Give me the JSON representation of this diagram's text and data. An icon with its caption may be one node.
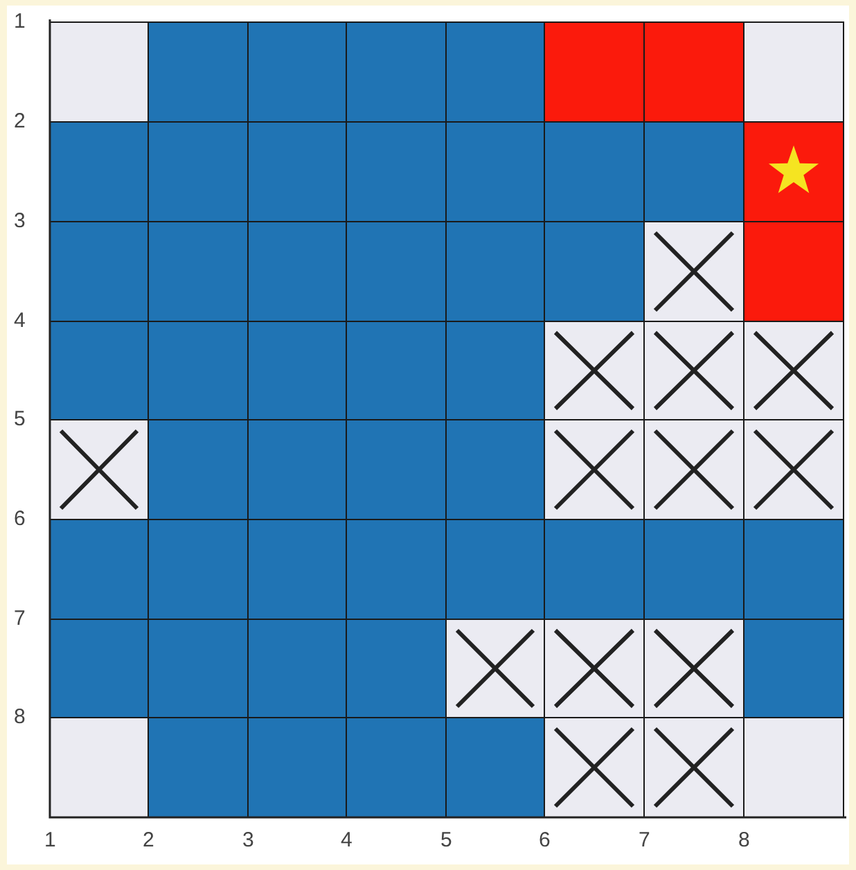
{
  "diagram": {
    "labels": [
      "1",
      "2",
      "3",
      "4",
      "5",
      "6",
      "7",
      "8",
      "1",
      "2",
      "3",
      "4",
      "5",
      "6",
      "7",
      "8"
    ]
  }
}
